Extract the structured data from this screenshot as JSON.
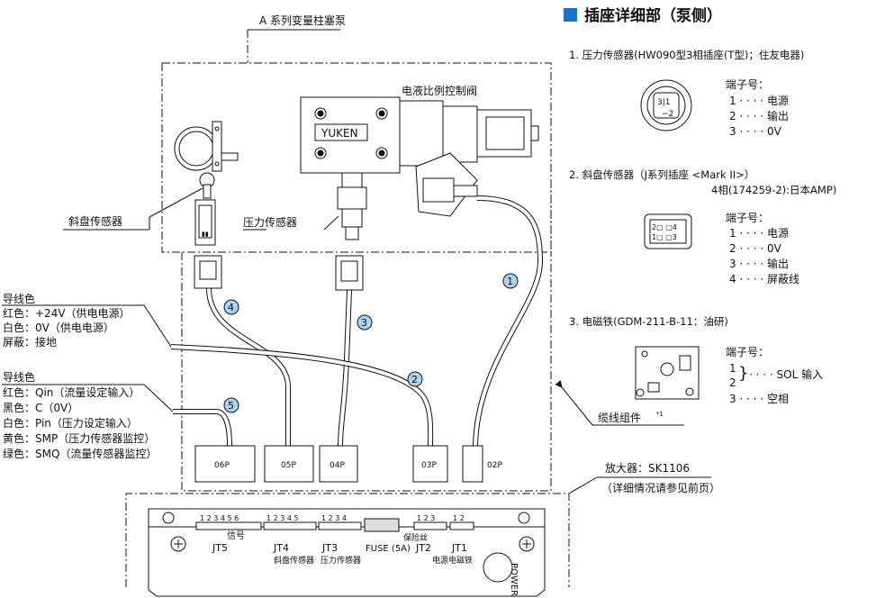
{
  "header": {
    "title": "插座详细部（泵侧）",
    "square_color": "#1a73c8"
  },
  "pump": {
    "label": "A 系列变量柱塞泵"
  },
  "valve": {
    "label": "电液比例控制阀",
    "brand": "YUKEN"
  },
  "swash_sensor_label": "斜盘传感器",
  "pressure_sensor_label": "压力传感器",
  "cable_assembly": {
    "label": "缆线组件",
    "mark": "*1"
  },
  "amplifier": {
    "label": "放大器：SK1106",
    "note": "（详细情况请参见前页）"
  },
  "wire_group1": {
    "title": "导线色",
    "lines": [
      "红色：+24V（供电电源）",
      "白色：0V（供电电源）",
      "屏蔽：接地"
    ]
  },
  "wire_group2": {
    "title": "导线色",
    "lines": [
      "红色：Qin（流量设定输入）",
      "黑色：C（0V）",
      "白色：Pin（压力设定输入）",
      "黄色：SMP（压力传感器监控）",
      "绿色：SMQ（流量传感器监控）"
    ]
  },
  "cables": [
    {
      "num": "1",
      "connector": "02P"
    },
    {
      "num": "2",
      "connector": "03P"
    },
    {
      "num": "3",
      "connector": "04P"
    },
    {
      "num": "4",
      "connector": "05P"
    },
    {
      "num": "5",
      "connector": "06P"
    }
  ],
  "amp_terminals": [
    {
      "pins": "1 2 3 4 5 6",
      "label": "信号",
      "code": "JT5"
    },
    {
      "pins": "1 2 3 4 5",
      "label": "斜盘传感器",
      "code": "JT4"
    },
    {
      "pins": "1 2 3 4",
      "label": "压力传感器",
      "code": "JT3"
    },
    {
      "pins": "",
      "label": "保险丝",
      "code": "FUSE (5A)"
    },
    {
      "pins": "1 2 3",
      "label": "电源",
      "code": "JT2"
    },
    {
      "pins": "1 2",
      "label": "电磁铁",
      "code": "JT1"
    }
  ],
  "power_label": "POWER",
  "details": {
    "d1": {
      "title": "1. 压力传感器(HW090型3相插座(T型)；住友电器)",
      "pins_title": "端子号：",
      "pins": [
        "1 · · · · 电源",
        "2 · · · · 输出",
        "3 · · · · 0V"
      ]
    },
    "d2": {
      "title": "2. 斜盘传感器（J系列插座 <Mark II>）",
      "subtitle": "4相(174259-2):日本AMP)",
      "pins_title": "端子号：",
      "pins": [
        "1 · · · · 电源",
        "2 · · · · 0V",
        "3 · · · · 输出",
        "4 · · · · 屏蔽线"
      ]
    },
    "d3": {
      "title": "3. 电磁铁(GDM-211-B-11：油研)",
      "pins_title": "端子号：",
      "pins": [
        "1",
        "2",
        "3 · · · · 空相"
      ],
      "sol": "· · · · SOL 输入"
    }
  }
}
